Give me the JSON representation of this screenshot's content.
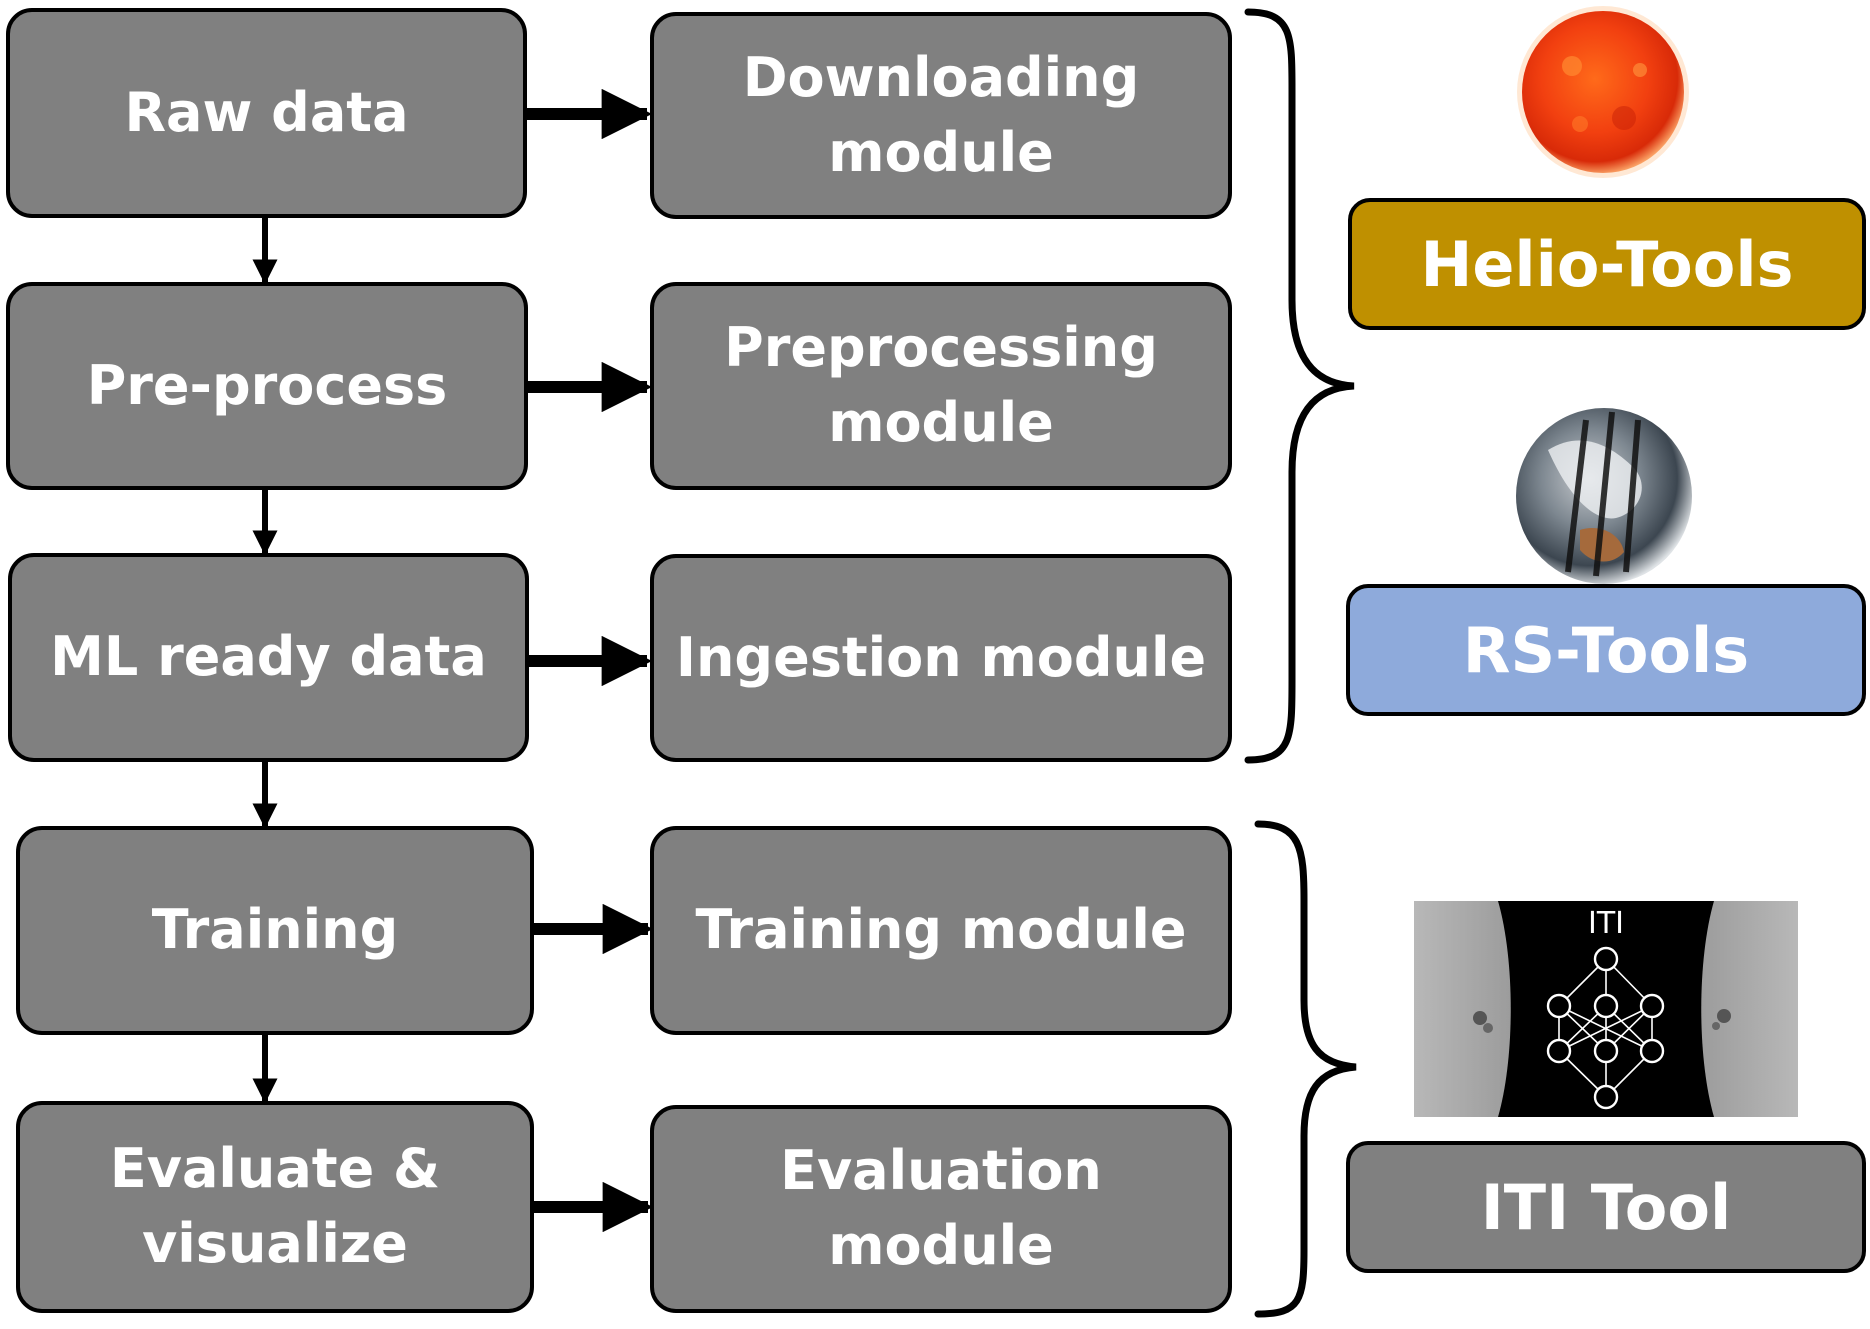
{
  "pipeline": [
    {
      "step": "Raw data",
      "module": "Downloading\nmodule"
    },
    {
      "step": "Pre-process",
      "module": "Preprocessing\nmodule"
    },
    {
      "step": "ML ready data",
      "module": "Ingestion module"
    },
    {
      "step": "Training",
      "module": "Training module"
    },
    {
      "step": "Evaluate &\nvisualize",
      "module": "Evaluation\nmodule"
    }
  ],
  "tools": {
    "helio": {
      "label": "Helio-Tools",
      "color": "#bf9000",
      "icon": "sun-image"
    },
    "rs": {
      "label": "RS-Tools",
      "color": "#8eaadb",
      "icon": "earth-image"
    },
    "iti": {
      "label": "ITI Tool",
      "color": "#808080",
      "icon": "iti-neural-network-image",
      "image_caption": "ITI"
    }
  },
  "colors": {
    "box_fill": "#808080",
    "box_text": "#ffffff",
    "outline": "#000000"
  }
}
